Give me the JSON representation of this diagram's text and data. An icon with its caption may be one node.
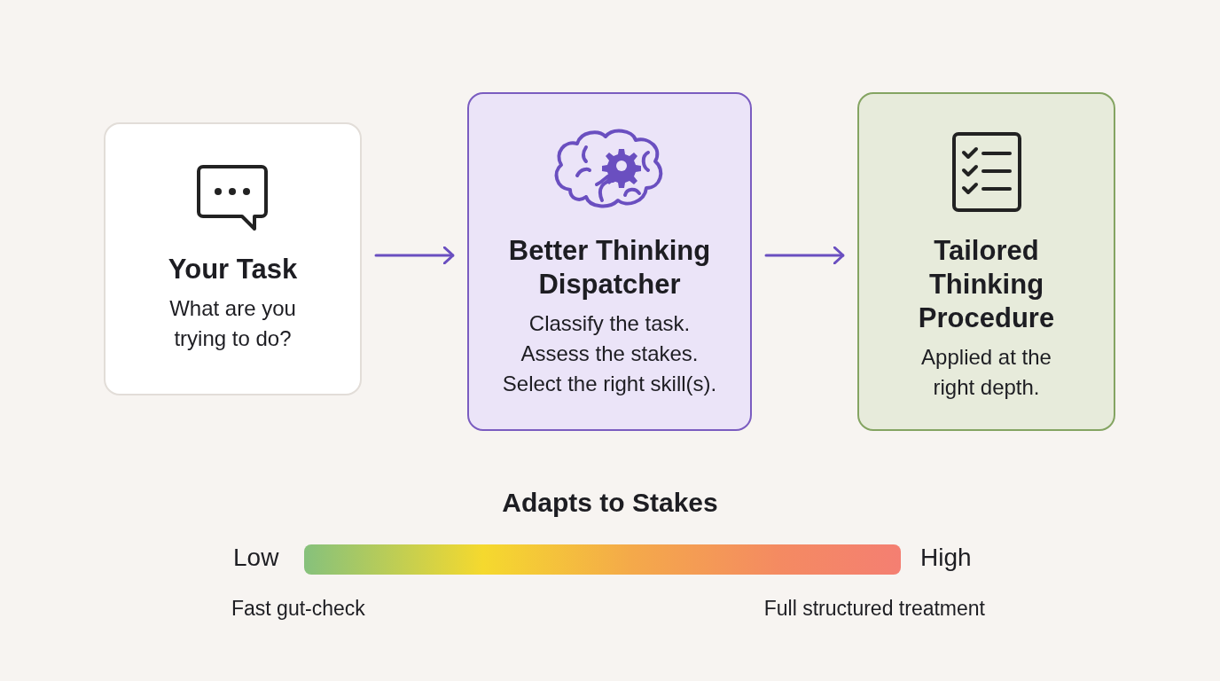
{
  "diagram": {
    "nodes": [
      {
        "text": [
          "Your Task",
          "What are you trying to do?"
        ]
      },
      {
        "text": [
          "Better Thinking Dispatcher",
          "Classify the task. Assess the stakes. Select the right skill(s)."
        ]
      },
      {
        "text": [
          "Tailored Thinking Procedure",
          "Applied at the right depth."
        ]
      },
      {
        "text": [],
        "shape": "bar"
      }
    ],
    "edges": [
      {
        "from": 0,
        "to": 1,
        "arrow": "to"
      },
      {
        "from": 1,
        "to": 2,
        "arrow": "to"
      }
    ],
    "labels": [
      "Adapts to Stakes",
      "Low",
      "High",
      "Fast gut-check",
      "Full structured treatment"
    ]
  }
}
